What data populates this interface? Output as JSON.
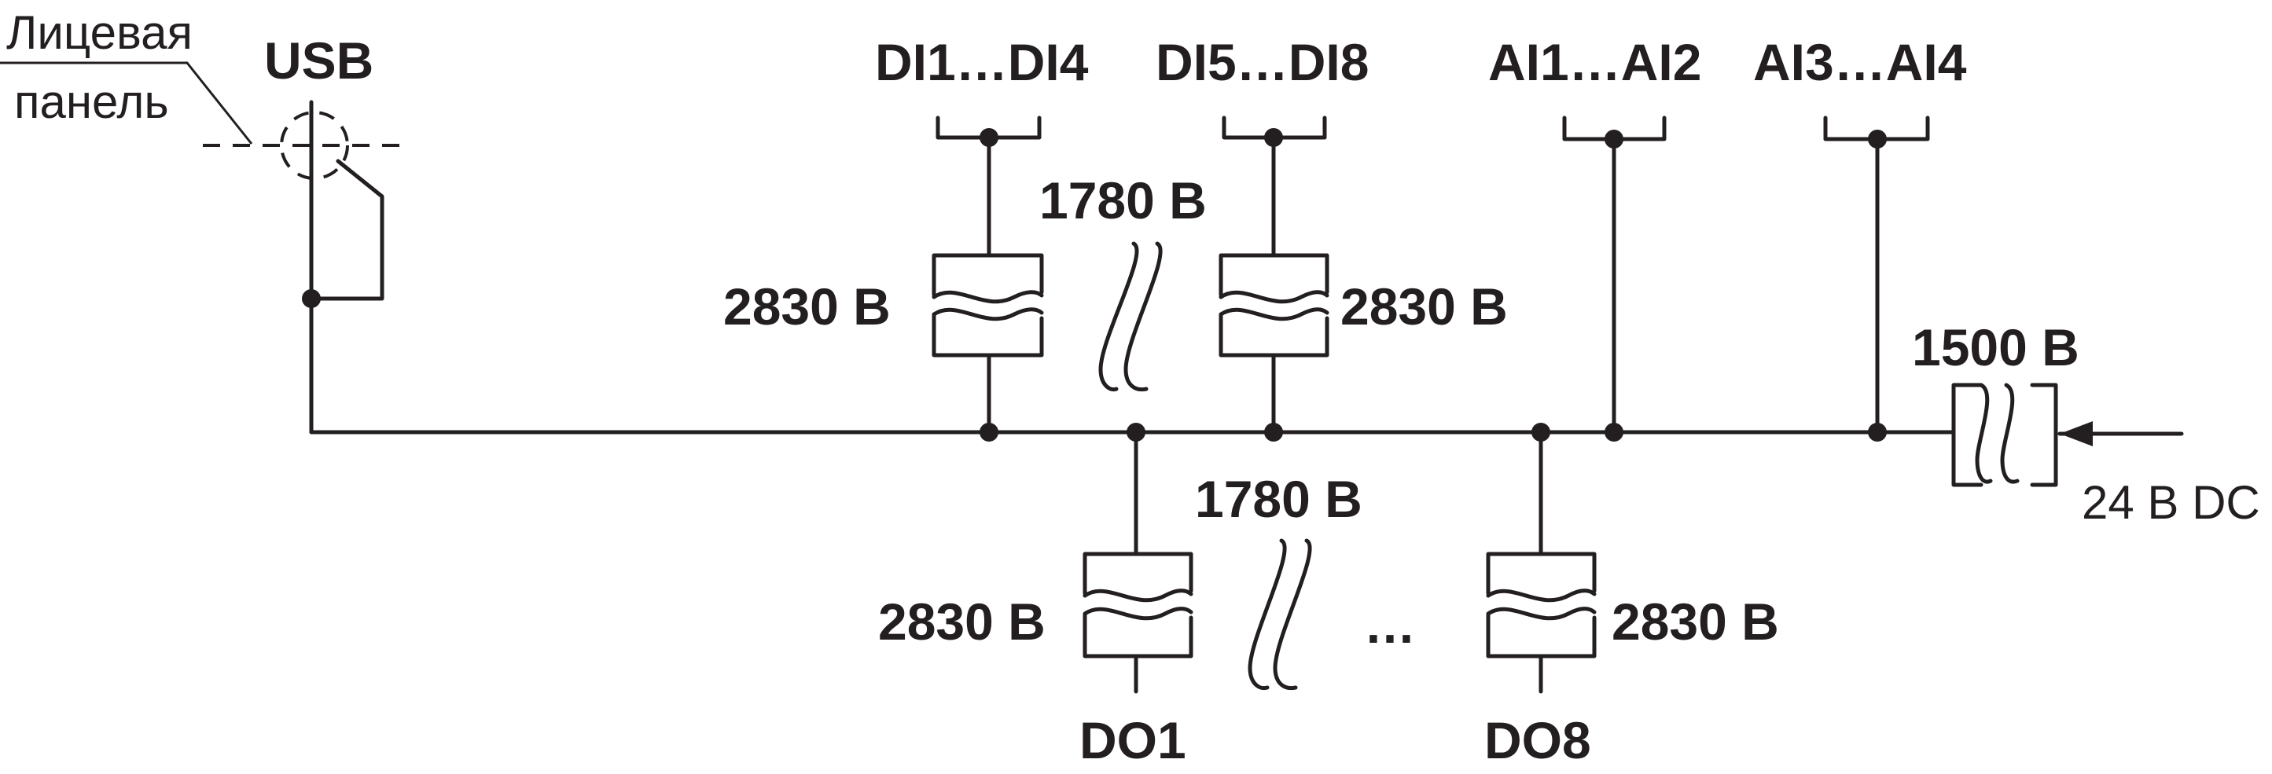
{
  "front_panel_label": [
    "Лицевая",
    "панель"
  ],
  "usb_label": "USB",
  "inputs": {
    "di1_4": "DI1…DI4",
    "di5_8": "DI5…DI8",
    "ai1_2": "AI1…AI2",
    "ai3_4": "AI3…AI4"
  },
  "isolation": {
    "di1_4_voltage": "2830 В",
    "di5_8_voltage": "2830 В",
    "di_groups_voltage": "1780 В",
    "do_groups_voltage": "1780 В",
    "do1_voltage": "2830 В",
    "do8_voltage": "2830 В",
    "power_voltage": "1500 В"
  },
  "outputs": {
    "do1": "DO1",
    "do8": "DO8",
    "ellipsis": "…"
  },
  "power_input": "24 В DC",
  "colors": {
    "ink": "#231f20",
    "background": "#ffffff"
  }
}
